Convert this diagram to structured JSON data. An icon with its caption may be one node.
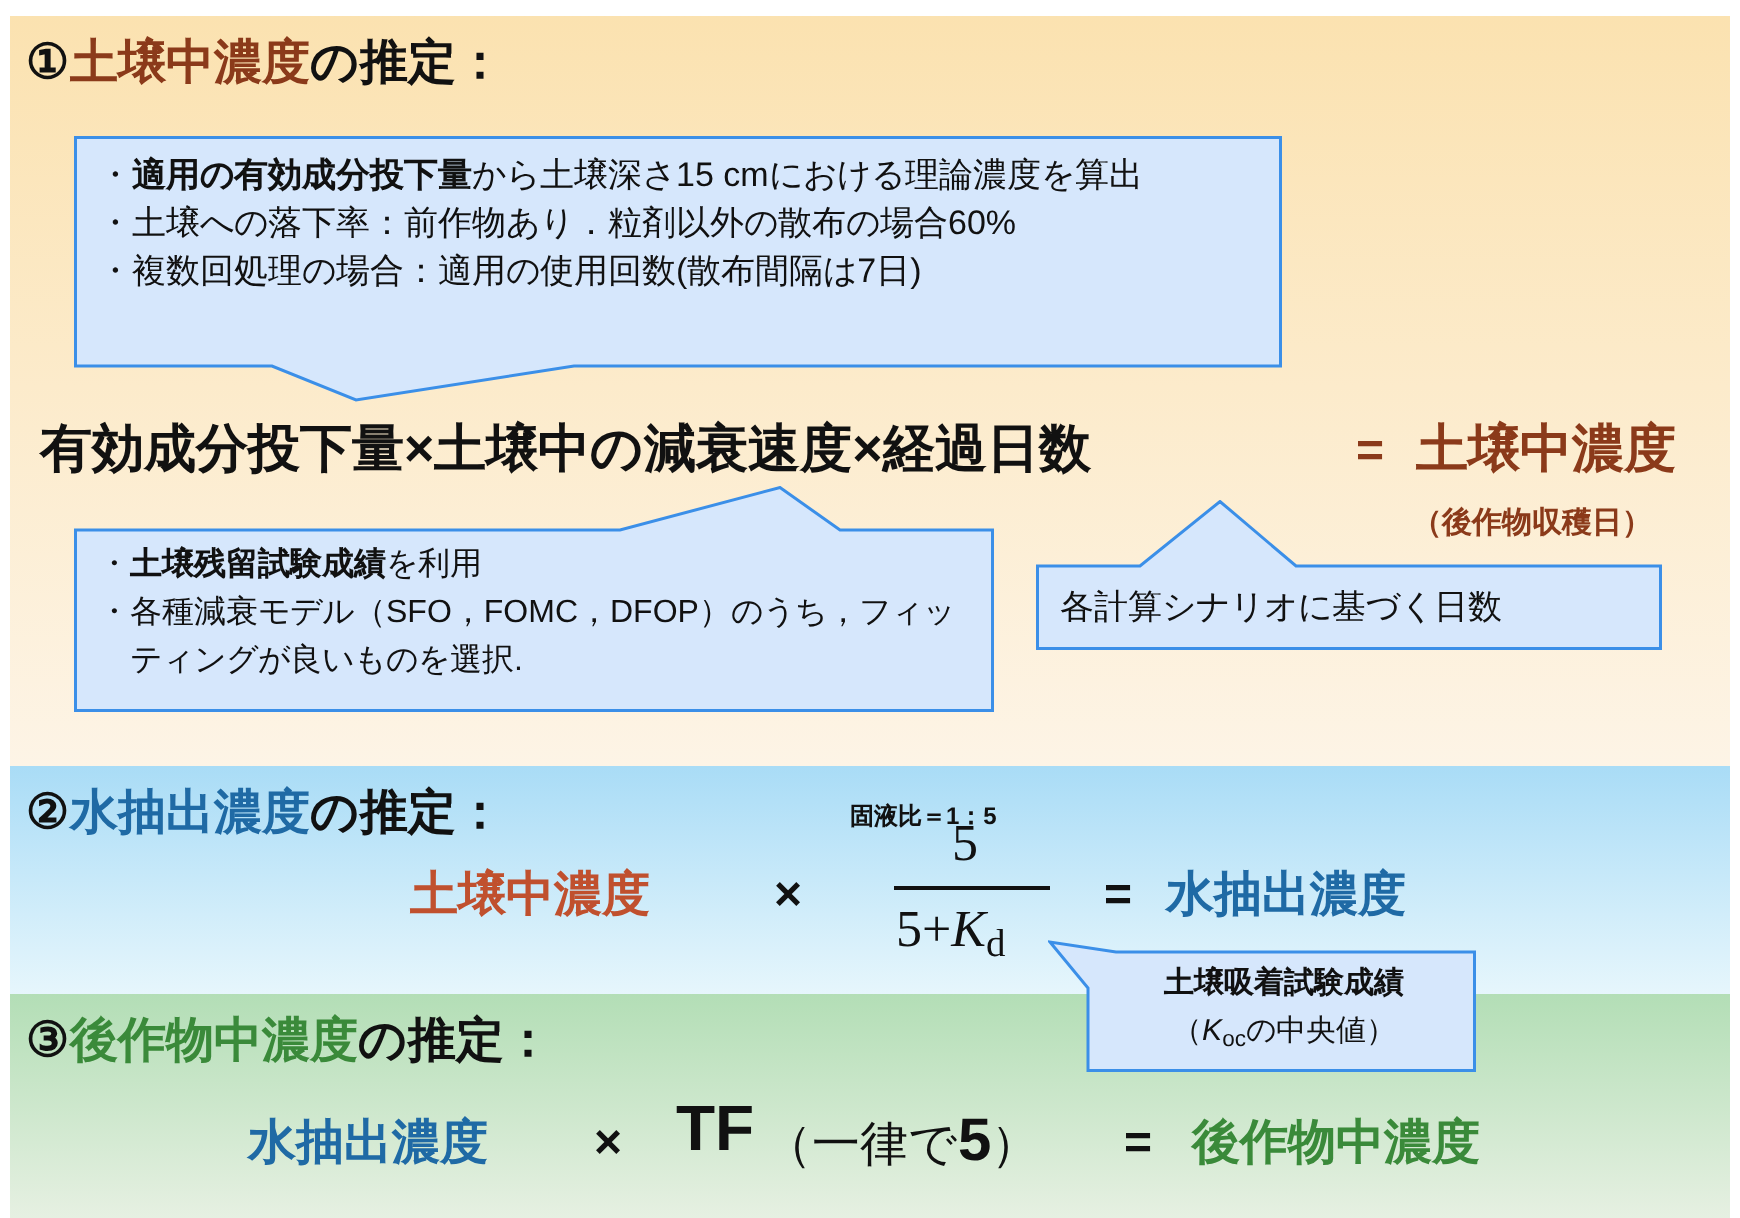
{
  "diagram": {
    "nodes": [
      {
        "text": [
          "①**土壌中濃度**の推定："
        ]
      },
      {
        "text": [
          "・**適用の有効成分投下量**から土壌深さ15 cmにおける理論濃度を算出",
          "・土壌への落下率：前作物あり．粒剤以外の散布の場合60%",
          "・複数回処理の場合：適用の使用回数(散布間隔は7日)"
        ],
        "in": 0
      },
      {
        "text": [
          "・**土壌残留試験成績**を利用",
          "・各種減衰モデル（SFO，FOMC，DFOP）のうち，フィッティングが良いものを選択."
        ],
        "in": 0
      },
      {
        "text": [
          "各計算シナリオに基づく日数"
        ],
        "in": 0
      },
      {
        "text": [
          "②**水抽出濃度**の推定："
        ]
      },
      {
        "text": [
          "土壌吸着試験成績",
          "（*K*$_{oc}$の中央値）"
        ]
      },
      {
        "text": [
          "③**後作物中濃度**の推定："
        ]
      }
    ],
    "labels": [
      "有効成分投下量×土壌中の減衰速度×経過日数",
      "=",
      "土壌中濃度",
      "（後作物収穫日）",
      "固液比＝1：5",
      "土壌中濃度",
      "×",
      "5",
      "5+*K*$_{d}$",
      "=",
      "水抽出濃度",
      "水抽出濃度",
      "×",
      "TF",
      "（一律で**5**）",
      "=",
      "後作物中濃度"
    ]
  }
}
